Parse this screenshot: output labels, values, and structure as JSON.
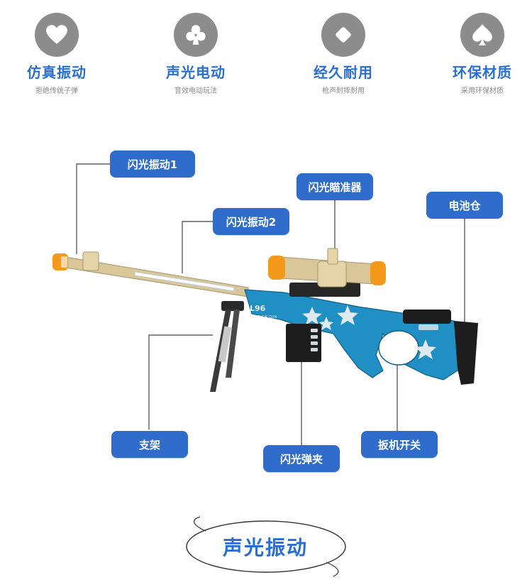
{
  "features": [
    {
      "icon": "heart-icon",
      "title": "仿真振动",
      "subtitle": "拒绝传统子弹"
    },
    {
      "icon": "club-icon",
      "title": "声光电动",
      "subtitle": "音效电动玩法"
    },
    {
      "icon": "diamond-icon",
      "title": "经久耐用",
      "subtitle": "枪声耐摔耐用"
    },
    {
      "icon": "spade-icon",
      "title": "环保材质",
      "subtitle": "采用环保材质"
    }
  ],
  "callouts": {
    "flash_vibration_1": "闪光振动1",
    "flash_vibration_2": "闪光振动2",
    "flash_scope": "闪光瞄准器",
    "battery": "电池仓",
    "bipod": "支架",
    "flash_magazine": "闪光弹夹",
    "trigger_switch": "扳机开关"
  },
  "gun": {
    "model": "L96",
    "tagline": "SUPERIOR GUN"
  },
  "badge": {
    "label": "声光振动"
  },
  "colors": {
    "accent": "#2f6ccb",
    "title_blue": "#2a6fd0",
    "icon_gray": "#8c8c8c",
    "gun_blue": "#1f8fc4",
    "barrel_gold": "#d9c79a"
  }
}
